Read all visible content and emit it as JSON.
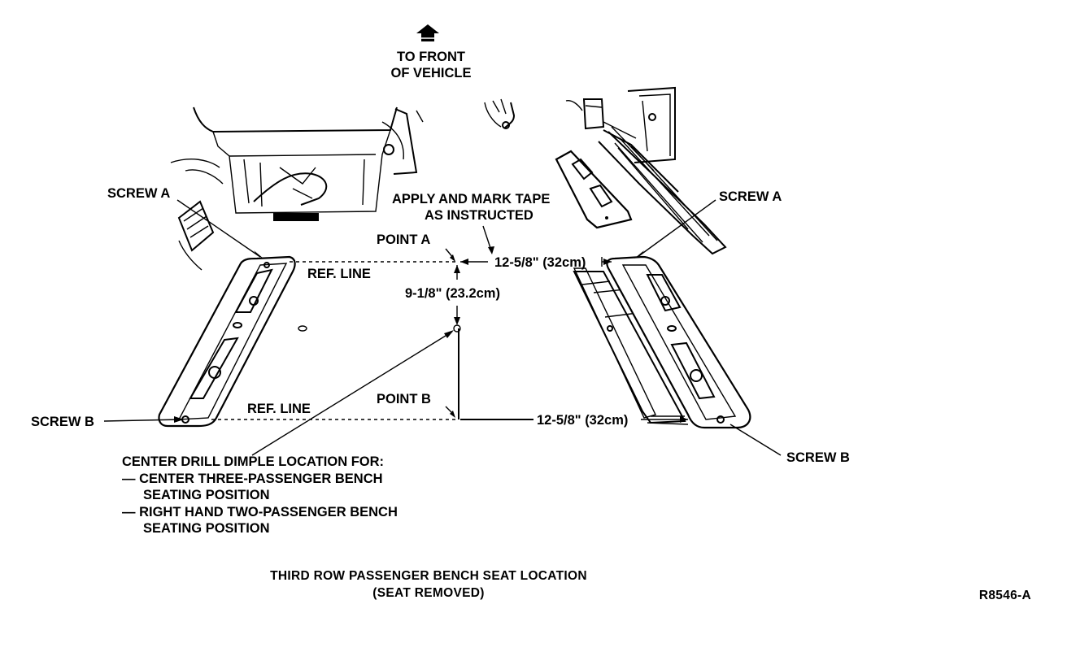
{
  "front_arrow": {
    "line1": "TO FRONT",
    "line2": "OF VEHICLE"
  },
  "labels": {
    "screw_a_left": "SCREW A",
    "screw_a_right": "SCREW A",
    "screw_b_left": "SCREW B",
    "screw_b_right": "SCREW B",
    "tape_line1": "APPLY AND MARK TAPE",
    "tape_line2": "AS INSTRUCTED",
    "point_a": "POINT A",
    "point_b": "POINT B",
    "ref_line_top": "REF. LINE",
    "ref_line_bottom": "REF. LINE",
    "dim_top": "12-5/8\" (32cm)",
    "dim_vertical": "9-1/8\" (23.2cm)",
    "dim_bottom": "12-5/8\" (32cm)"
  },
  "dimple_note": {
    "line1": "CENTER DRILL DIMPLE LOCATION FOR:",
    "line2": "— CENTER THREE-PASSENGER BENCH",
    "line3": "SEATING POSITION",
    "line4": "— RIGHT HAND TWO-PASSENGER BENCH",
    "line5": "SEATING POSITION"
  },
  "caption": {
    "line1": "THIRD ROW PASSENGER BENCH SEAT LOCATION",
    "line2": "(SEAT REMOVED)"
  },
  "figure_id": "R8546-A"
}
